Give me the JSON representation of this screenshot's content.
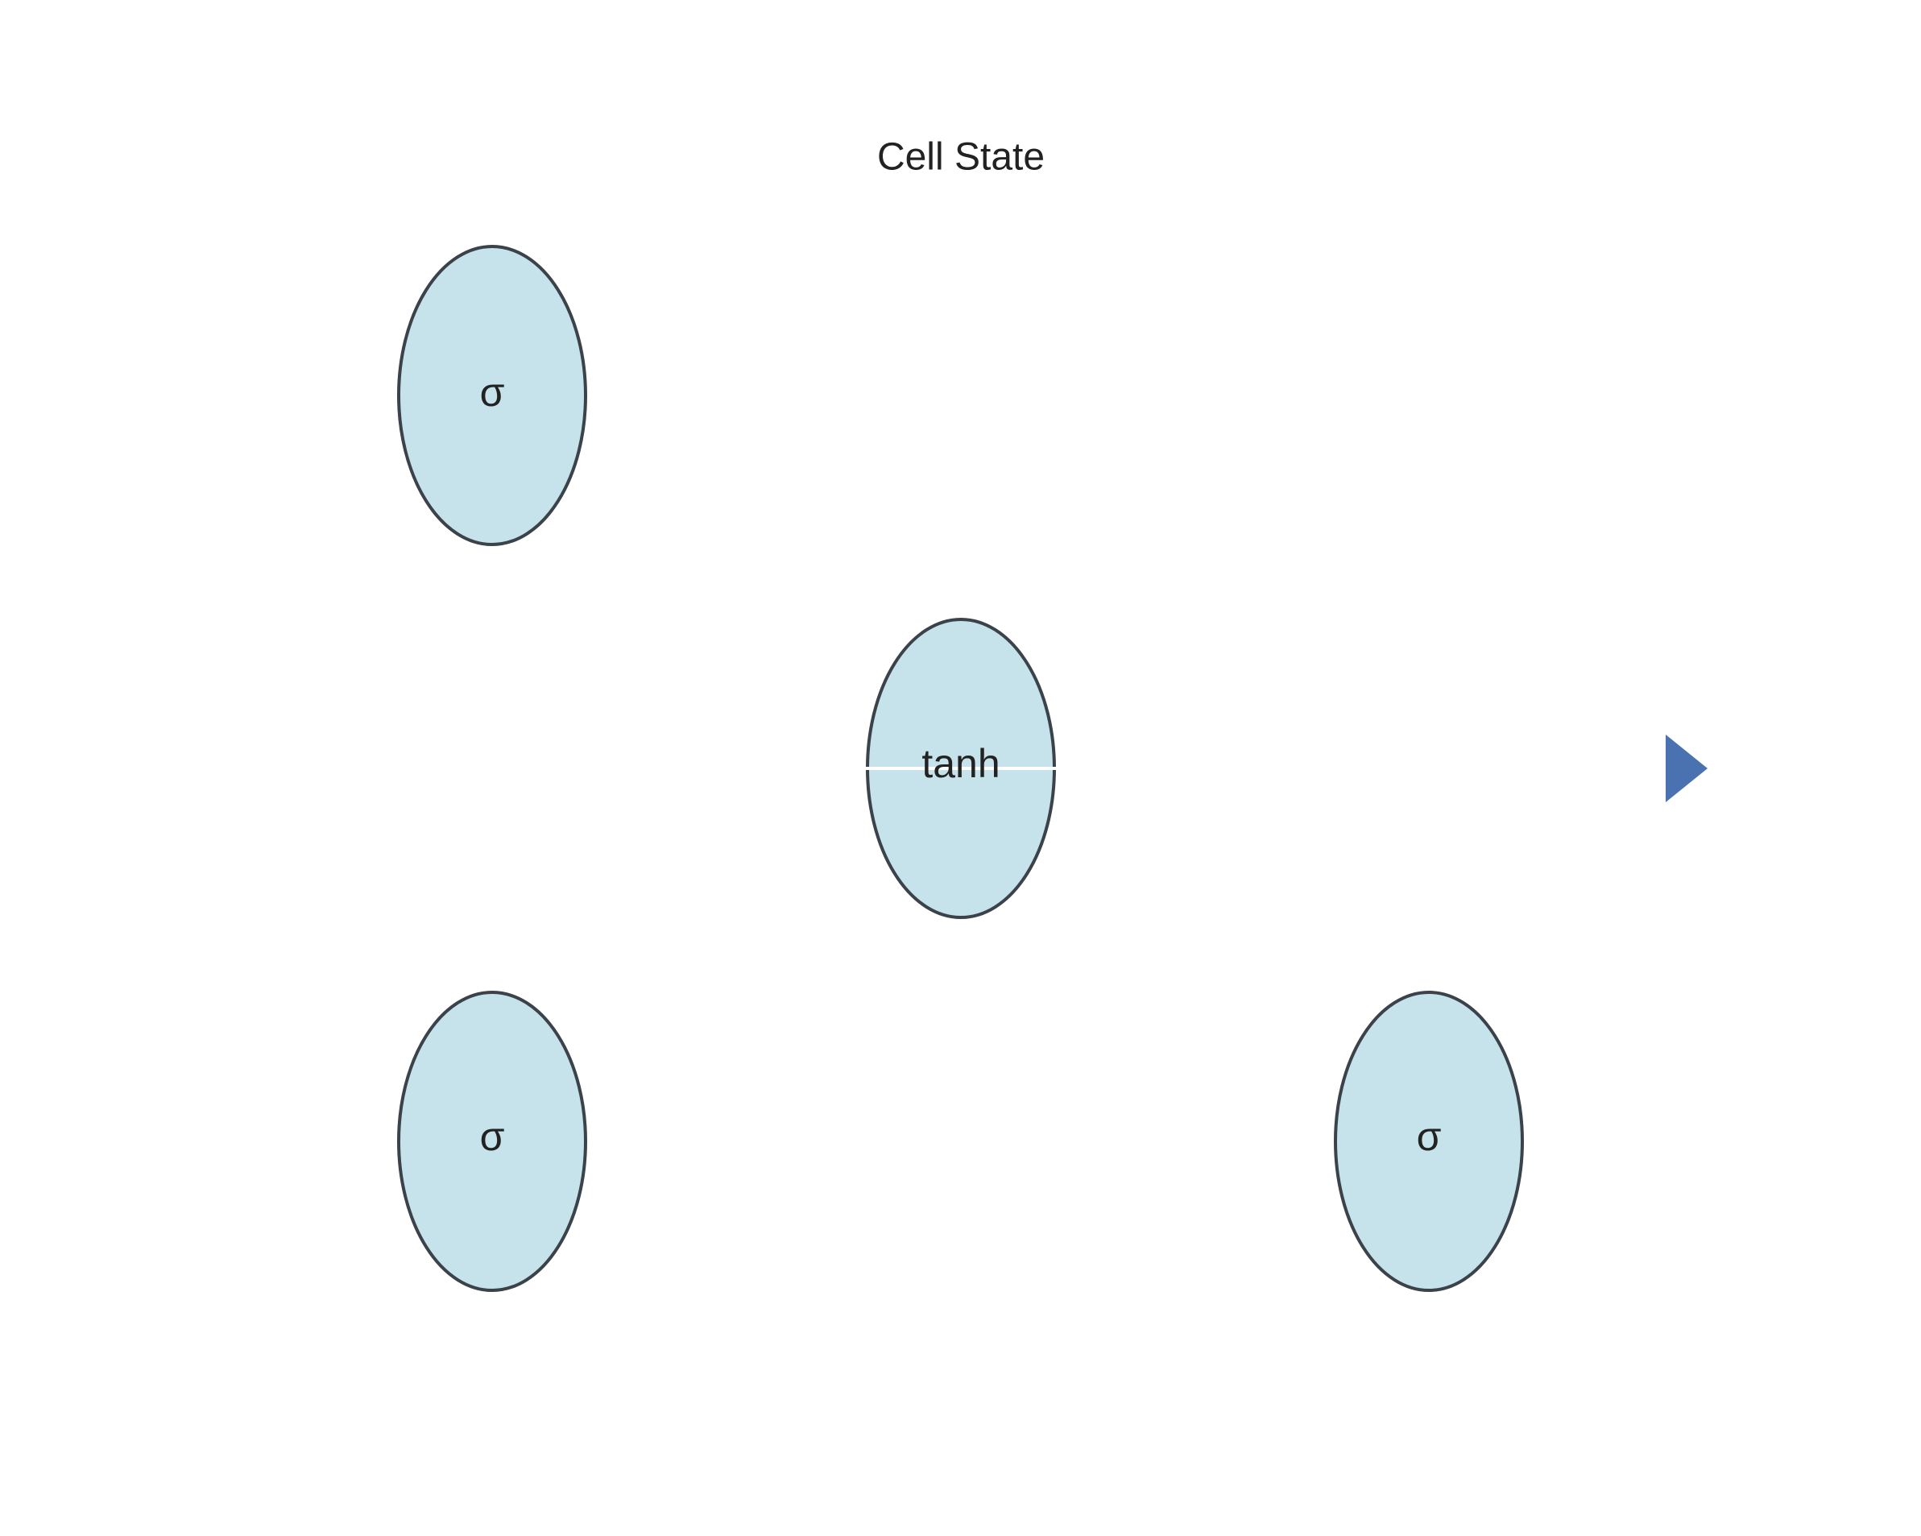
{
  "diagram": {
    "title": "Cell State",
    "nodes": [
      {
        "id": "gate-top-left",
        "label": "σ"
      },
      {
        "id": "gate-center",
        "label": "tanh"
      },
      {
        "id": "gate-bottom-left",
        "label": "σ"
      },
      {
        "id": "gate-bottom-right",
        "label": "σ"
      }
    ],
    "colors": {
      "node_fill": "#c6e3ec",
      "node_stroke": "#3b4249",
      "arrow": "#4a72b0",
      "text": "#222222"
    }
  }
}
